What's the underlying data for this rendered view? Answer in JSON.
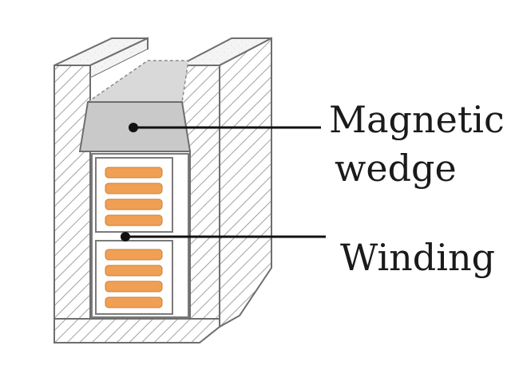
{
  "labels": {
    "magnetic_line1": "Magnetic",
    "magnetic_line2": "wedge",
    "winding": "Winding"
  },
  "colors": {
    "wedge_fill": "#c9c9c9",
    "conductor_fill": "#f0a054",
    "conductor_edge": "#cf7c35",
    "hatch": "#8a8a8a",
    "outline": "#6e6e6e",
    "callout_line": "#111111"
  }
}
